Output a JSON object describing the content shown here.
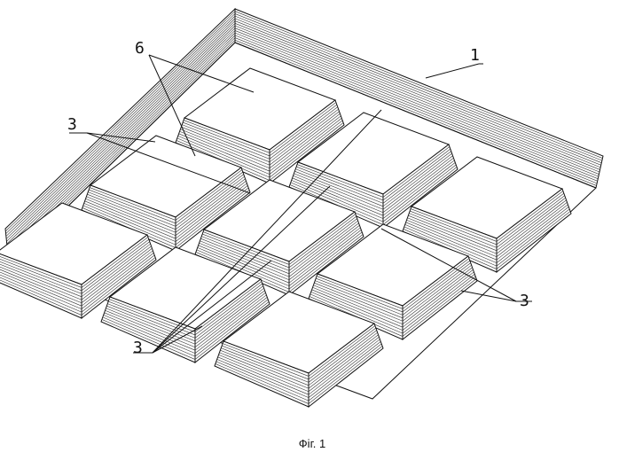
{
  "figure": {
    "caption": "Фіг. 1",
    "labels": {
      "frame": "1",
      "pyramid": "6",
      "recess_left": "3",
      "recess_right": "3",
      "recess_bottom": "3"
    }
  }
}
